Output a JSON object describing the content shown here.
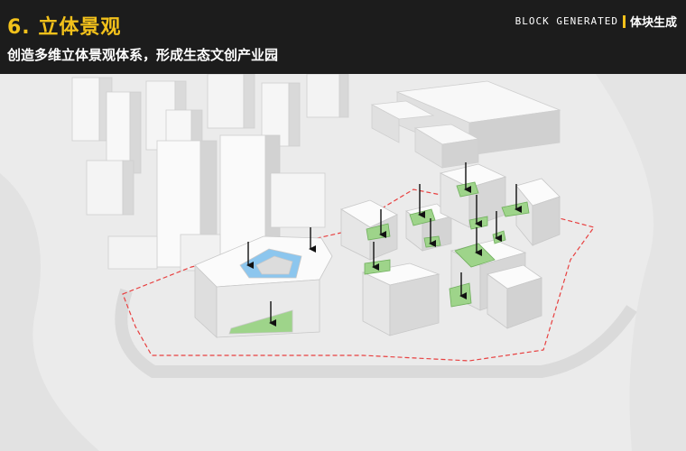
{
  "header": {
    "title": "6. 立体景观",
    "subtitle": "创造多维立体景观体系，形成生态文创产业园",
    "brand_en": "BLOCK GENERATED",
    "brand_cn": "体块生成"
  },
  "colors": {
    "header_bg": "#1c1c1c",
    "title": "#f2c11b",
    "accent_bar": "#f2c11b",
    "text_white": "#ffffff",
    "green_roof": "#9ed48a",
    "blue_water": "#8cc6ee",
    "boundary": "#e84040",
    "arrow": "#111111"
  }
}
